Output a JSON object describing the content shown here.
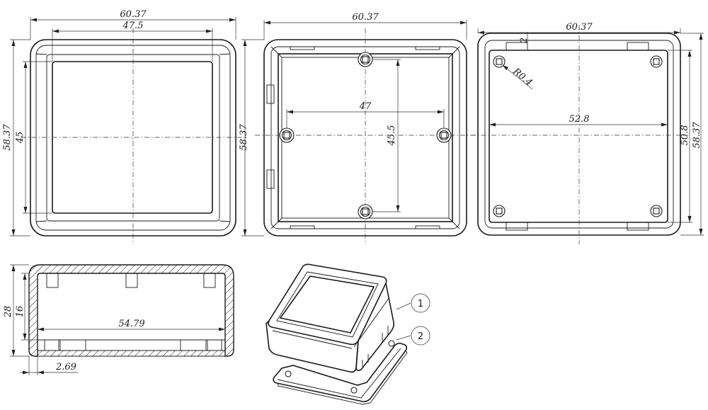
{
  "dimensions": {
    "top_width": "60.37",
    "top_inner_width": "47.5",
    "top_height": "58.37",
    "top_inner_height": "45",
    "bottom_width": "60.37",
    "boss_spacing_h": "47",
    "boss_spacing_v": "45.5",
    "base_width": "60.37",
    "base_wall": "2",
    "base_radius": "R0.4",
    "base_inner_width": "52.8",
    "base_inner_height": "50.8",
    "base_height": "58.37",
    "side_height": "28",
    "side_inner_height": "16",
    "side_inner_length": "54.79",
    "side_wall": "2.69"
  },
  "callouts": {
    "part_1": "1",
    "part_2": "2"
  }
}
